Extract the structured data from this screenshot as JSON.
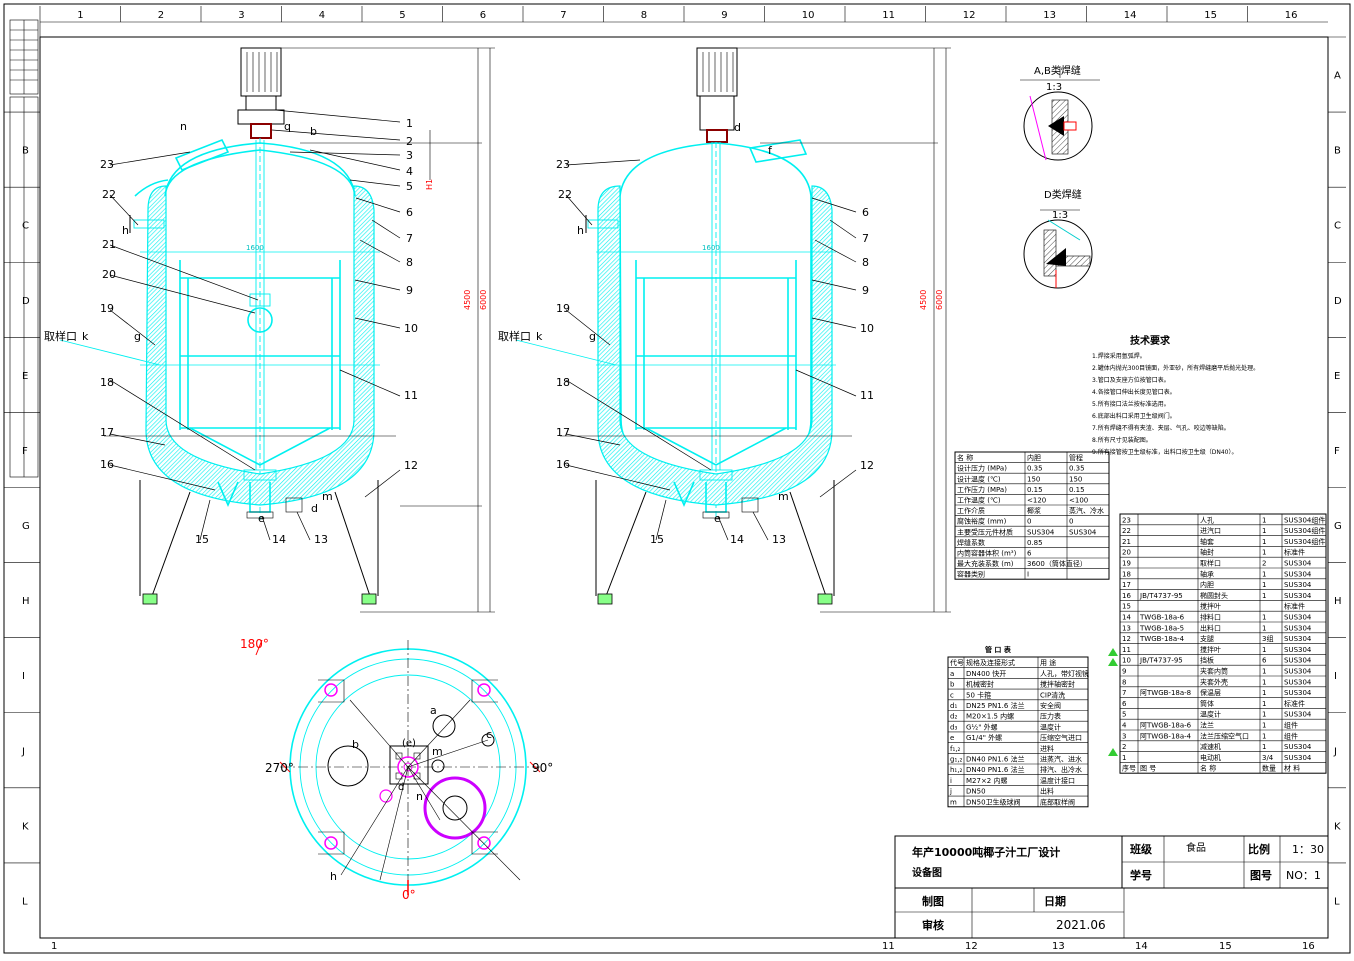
{
  "grid": {
    "cols": [
      "1",
      "2",
      "3",
      "4",
      "5",
      "6",
      "7",
      "8",
      "9",
      "10",
      "11",
      "12",
      "13",
      "14",
      "15",
      "16"
    ],
    "rows": [
      "A",
      "B",
      "C",
      "D",
      "E",
      "F",
      "G",
      "H",
      "I",
      "J",
      "K",
      "L"
    ],
    "bottom_cols": [
      "1",
      "11",
      "12",
      "13",
      "14",
      "15",
      "16"
    ]
  },
  "views": {
    "left_labels": [
      "1",
      "2",
      "3",
      "4",
      "5",
      "6",
      "7",
      "8",
      "9",
      "10",
      "11",
      "12",
      "13",
      "14",
      "15",
      "16",
      "17",
      "18",
      "19",
      "20",
      "21",
      "22",
      "23"
    ],
    "right_labels": [
      "6",
      "7",
      "8",
      "9",
      "10",
      "11",
      "12",
      "13",
      "14",
      "15",
      "16",
      "17",
      "18",
      "19",
      "22",
      "23"
    ],
    "letters_left": {
      "n": "n",
      "q": "q",
      "b": "b",
      "h": "h",
      "g": "g",
      "d": "d",
      "e": "e",
      "m": "m"
    },
    "letters_right": {
      "d": "d",
      "f": "f",
      "h": "h",
      "g": "g",
      "e": "e",
      "m": "m"
    },
    "sample_port": "取样口",
    "sample_k": "k",
    "dim_4500": "4500",
    "dim_6000": "6000",
    "dim_h1": "H1",
    "dim_1600": "1600"
  },
  "plan": {
    "angle_top": "180°",
    "angle_left": "270°",
    "angle_right": "90°",
    "angle_bottom": "0°",
    "labels": {
      "a": "a",
      "b": "b",
      "c": "c",
      "e": "(e)",
      "d": "d",
      "m": "m",
      "n": "n",
      "h": "h"
    }
  },
  "details": {
    "ab_title": "A,B类焊缝",
    "ab_scale": "1:3",
    "d_title": "D类焊缝",
    "d_scale": "1:3"
  },
  "tech": {
    "title": "技术要求",
    "lines": [
      "1.焊接采用氩弧焊。",
      "2.罐体内抛光300目镜面，外亚砂，所有焊缝磨平后抛光处理。",
      "3.管口及支座方位按管口表。",
      "4.各接管口伸出长度见管口表。",
      "5.所有接口法兰按标准选用。",
      "6.底部出料口采用卫生级阀门。",
      "7.所有焊缝不得有夹渣、夹层、气孔、咬边等缺陷。",
      "8.所有尺寸见装配图。",
      "9.所有接管按卫生级标准，出料口按卫生级（DN40）。"
    ]
  },
  "design_table": {
    "headers": [
      "名 称",
      "内胆",
      "管程"
    ],
    "rows": [
      [
        "设计压力 (MPa)",
        "0.35",
        "0.35"
      ],
      [
        "设计温度 (℃)",
        "150",
        "150"
      ],
      [
        "工作压力 (MPa)",
        "0.15",
        "0.15"
      ],
      [
        "工作温度 (℃)",
        "<120",
        "<100"
      ],
      [
        "工作介质",
        "椰浆",
        "蒸汽、冷水"
      ],
      [
        "腐蚀裕度 (mm)",
        "0",
        "0"
      ],
      [
        "主要受压元件材质",
        "SUS304",
        "SUS304"
      ],
      [
        "焊缝系数",
        "0.85",
        ""
      ],
      [
        "内筒容器体积 (m³)",
        "6",
        ""
      ],
      [
        "最大充装系数 (m)",
        "3600（筒体直径）",
        ""
      ],
      [
        "容器类别",
        "I",
        ""
      ]
    ]
  },
  "nozzle_table": {
    "title": "管 口 表",
    "headers": [
      "代号",
      "规格及连接形式",
      "用 途"
    ],
    "rows": [
      [
        "a",
        "DN400 快开",
        "人孔，带灯视镜"
      ],
      [
        "b",
        "机械密封",
        "搅拌轴密封"
      ],
      [
        "c",
        "50 卡箍",
        "CIP清洗"
      ],
      [
        "d₁",
        "DN25 PN1.6 法兰",
        "安全阀"
      ],
      [
        "d₂",
        "M20×1.5 内螺",
        "压力表"
      ],
      [
        "d₃",
        "G½\" 外螺",
        "温度计"
      ],
      [
        "e",
        "G1/4\" 外螺",
        "压缩空气进口"
      ],
      [
        "f₁,₂",
        "",
        "进料"
      ],
      [
        "g₁,₂",
        "DN40 PN1.6 法兰",
        "进蒸汽、进水"
      ],
      [
        "h₁,₂",
        "DN40 PN1.6 法兰",
        "排汽、出冷水"
      ],
      [
        "i",
        "M27×2 内螺",
        "温度计接口"
      ],
      [
        "j",
        "DN50",
        "出料"
      ],
      [
        "m",
        "DN50卫生级球阀",
        "底部取样阀"
      ]
    ]
  },
  "bom": {
    "rows": [
      [
        "23",
        "",
        "人孔",
        "1",
        "SUS304组件"
      ],
      [
        "22",
        "",
        "进汽口",
        "1",
        "SUS304组件"
      ],
      [
        "21",
        "",
        "轴套",
        "1",
        "SUS304组件"
      ],
      [
        "20",
        "",
        "轴封",
        "1",
        "标准件"
      ],
      [
        "19",
        "",
        "取样口",
        "2",
        "SUS304"
      ],
      [
        "18",
        "",
        "轴承",
        "1",
        "SUS304"
      ],
      [
        "17",
        "",
        "内胆",
        "1",
        "SUS304"
      ],
      [
        "16",
        "JB/T4737-95",
        "椭圆封头",
        "1",
        "SUS304"
      ],
      [
        "15",
        "",
        "搅拌叶",
        "",
        "标准件"
      ],
      [
        "14",
        "TWGB-18a-6",
        "排料口",
        "1",
        "SUS304"
      ],
      [
        "13",
        "TWGB-18a-5",
        "出料口",
        "1",
        "SUS304"
      ],
      [
        "12",
        "TWGB-18a-4",
        "支腿",
        "3组",
        "SUS304"
      ],
      [
        "11",
        "",
        "搅拌叶",
        "1",
        "SUS304"
      ],
      [
        "10",
        "JB/T4737-95",
        "挡板",
        "6",
        "SUS304"
      ],
      [
        "9",
        "",
        "夹套内筒",
        "1",
        "SUS304"
      ],
      [
        "8",
        "",
        "夹套外壳",
        "1",
        "SUS304"
      ],
      [
        "7",
        "阿TWGB-18a-8",
        "保温层",
        "1",
        "SUS304"
      ],
      [
        "6",
        "",
        "筒体",
        "1",
        "标准件"
      ],
      [
        "5",
        "",
        "温度计",
        "1",
        "SUS304"
      ],
      [
        "4",
        "阿TWGB-18a-6",
        "法兰",
        "1",
        "组件"
      ],
      [
        "3",
        "阿TWGB-18a-4",
        "法兰压缩空气口",
        "1",
        "组件"
      ],
      [
        "2",
        "",
        "减速机",
        "1",
        "SUS304"
      ],
      [
        "1",
        "",
        "电动机",
        "3/4",
        "SUS304"
      ]
    ],
    "footer": [
      "序号",
      "图 号",
      "名 称",
      "数量",
      "材 料"
    ]
  },
  "titleblock": {
    "title": "年产10000吨椰子汁工厂设计",
    "subtitle": "设备图",
    "class_label": "班级",
    "class_value": "食品",
    "scale_label": "比例",
    "scale_value": "1：30",
    "id_label": "学号",
    "drawing_no_label": "图号",
    "drawing_no_value": "NO：1",
    "drawn_label": "制图",
    "date_label": "日期",
    "checked_label": "审核",
    "date_value": "2021.06"
  },
  "colors": {
    "vessel": "#00f0f0",
    "plan": "#ff00ff",
    "dim": "#ff0000",
    "mark": "#33cc33"
  }
}
